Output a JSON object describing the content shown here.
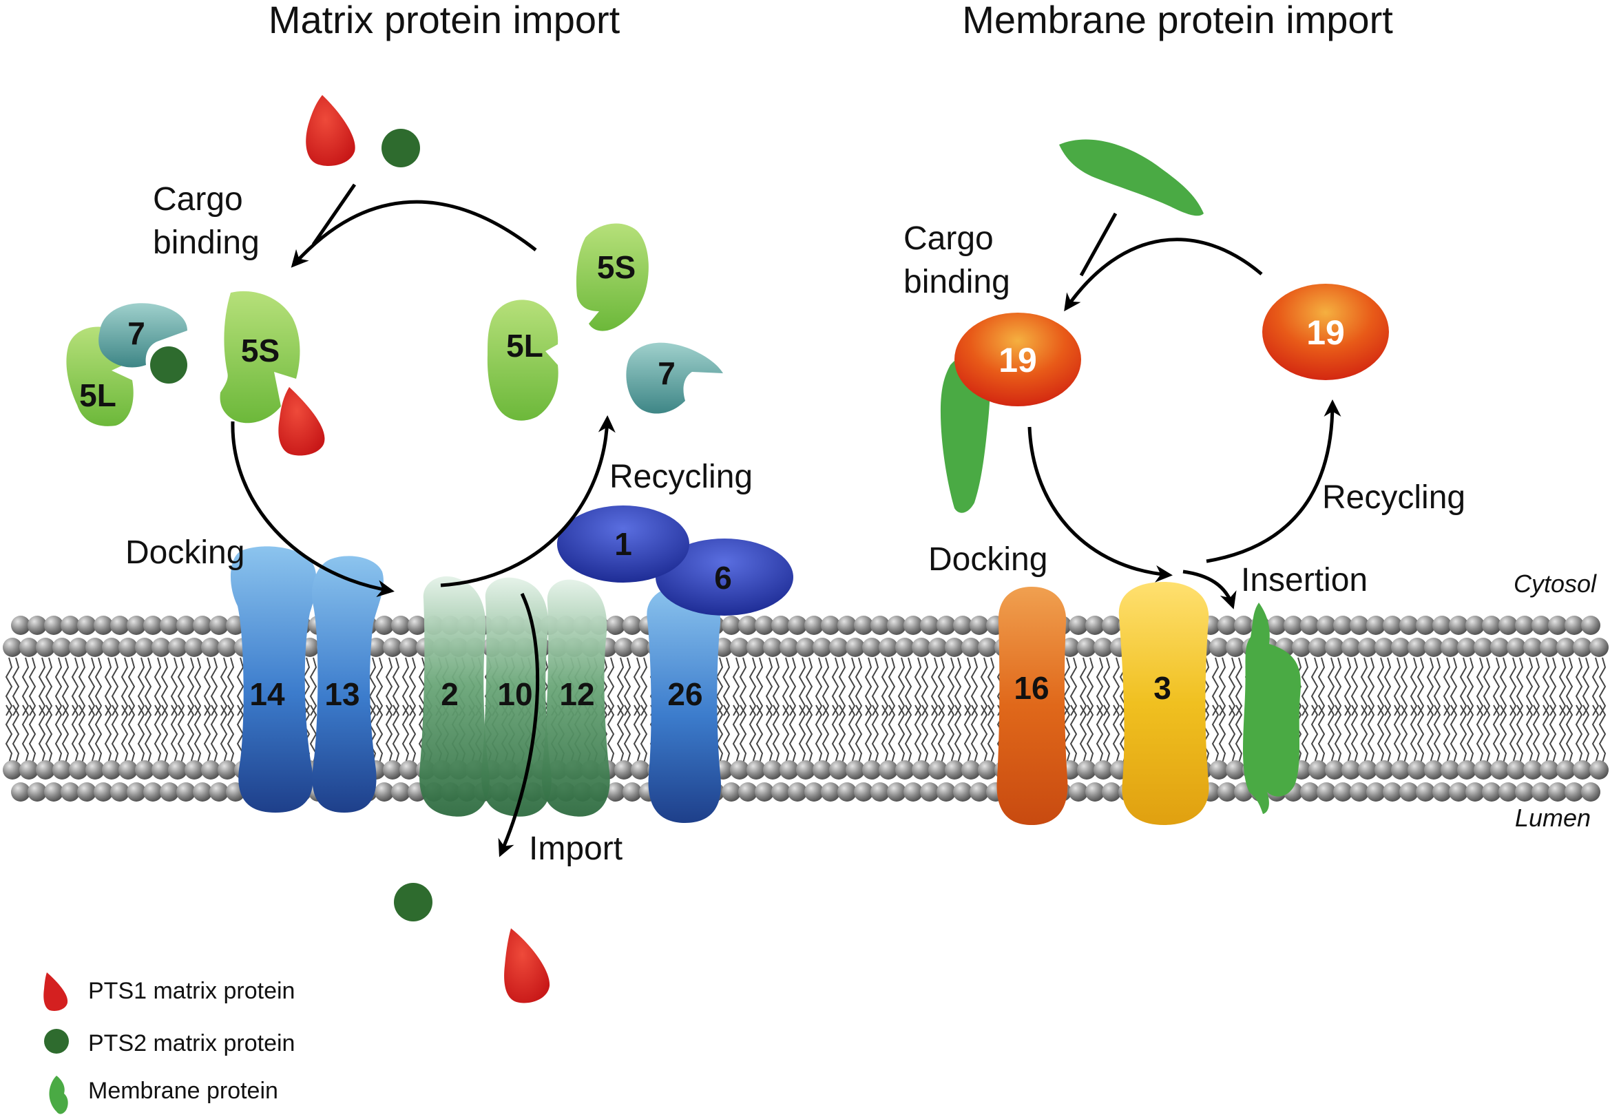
{
  "titles": {
    "matrix": "Matrix protein import",
    "membrane": "Membrane protein import"
  },
  "matrix_cycle": {
    "cargo_binding_line1": "Cargo",
    "cargo_binding_line2": "binding",
    "docking": "Docking",
    "recycling": "Recycling",
    "import": "Import"
  },
  "membrane_cycle": {
    "cargo_binding_line1": "Cargo",
    "cargo_binding_line2": "binding",
    "docking": "Docking",
    "recycling": "Recycling",
    "insertion": "Insertion"
  },
  "compartments": {
    "cytosol": "Cytosol",
    "lumen": "Lumen"
  },
  "receptors": {
    "pex5s_bound": "5S",
    "pex5l_bound": "5L",
    "pex7_bound": "7",
    "pex5l_free": "5L",
    "pex5s_free": "5S",
    "pex7_free": "7",
    "pex19_bound": "19",
    "pex19_free": "19"
  },
  "membrane_proteins": {
    "pex14": "14",
    "pex13": "13",
    "pex2": "2",
    "pex10": "10",
    "pex12": "12",
    "pex26": "26",
    "pex1": "1",
    "pex6": "6",
    "pex16": "16",
    "pex3": "3"
  },
  "legend": {
    "pts1": "PTS1 matrix protein",
    "pts2": "PTS2 matrix protein",
    "membrane": "Membrane protein"
  },
  "colors": {
    "pts1_red": "#d42020",
    "pts2_darkgreen": "#2e6b2e",
    "membrane_green": "#4aaa44",
    "pex5_lightgreen": "#8ccc50",
    "pex7_teal": "#5aa0a0",
    "pex19_red_orange": "#e23a10",
    "docking_blue": "#3c7ccc",
    "ring_green": "#4a8a5a",
    "aaa_navy": "#2a3aa8",
    "pex16_orange": "#e0681a",
    "pex3_yellow": "#f0c020",
    "lipid_head_gray": "#8a8a8a"
  }
}
